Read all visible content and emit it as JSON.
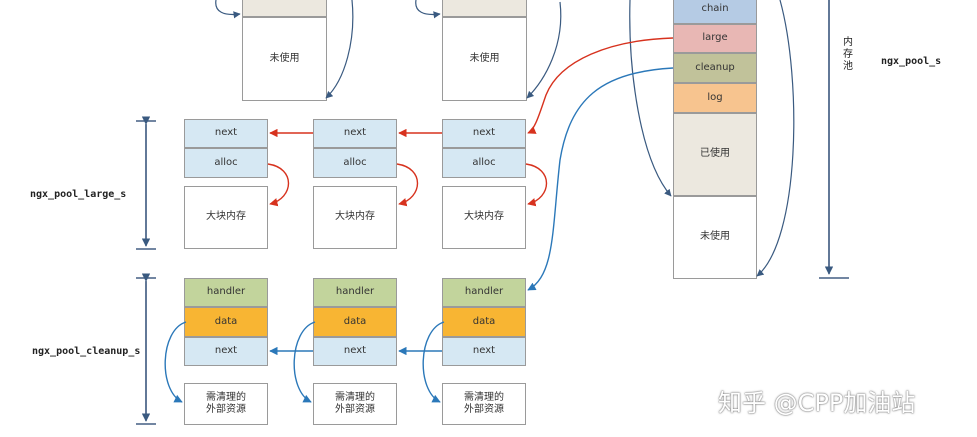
{
  "top": {
    "block_used_label": "",
    "block_unused_label": "未使用"
  },
  "pool": {
    "fields": [
      "chain",
      "large",
      "cleanup",
      "log"
    ],
    "used_label": "已使用",
    "unused_label": "未使用",
    "vertical_label": "内存池",
    "struct_name": "ngx_pool_s"
  },
  "large": {
    "struct_name": "ngx_pool_large_s",
    "next_label": "next",
    "alloc_label": "alloc",
    "block_label": "大块内存"
  },
  "cleanup": {
    "struct_name": "ngx_pool_cleanup_s",
    "handler_label": "handler",
    "data_label": "data",
    "next_label": "next",
    "resource_label": "需清理的\n外部资源"
  },
  "watermark": "知乎 @CPP加油站",
  "colors": {
    "red_arrow": "#d7321e",
    "blue_arrow": "#2b78b9",
    "dark_arrow": "#3a5a80"
  }
}
